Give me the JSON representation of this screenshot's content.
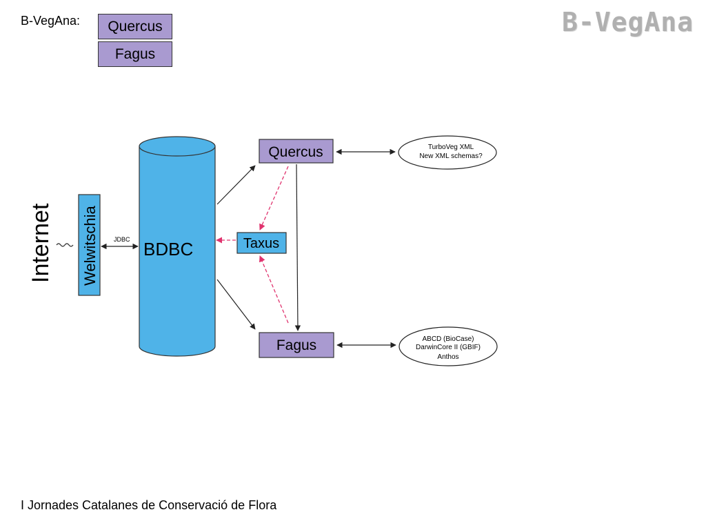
{
  "header": {
    "label": "B-VegAna:",
    "logo": "B-VegAna",
    "legend": [
      "Quercus",
      "Fagus"
    ]
  },
  "diagram": {
    "internet": "Internet",
    "welwitschia": "Welwitschia",
    "jdbc": "JDBC",
    "bdbc": "BDBC",
    "quercus": "Quercus",
    "fagus": "Fagus",
    "taxus": "Taxus",
    "ellipse_top": [
      "TurboVeg XML",
      "New XML schemas?"
    ],
    "ellipse_bottom": [
      "ABCD (BioCase)",
      "DarwinCore II (GBIF)",
      "Anthos"
    ]
  },
  "footer": "I Jornades Catalanes de Conservació de Flora",
  "colors": {
    "purple_box": "#a99ad0",
    "blue": "#4fb3e8",
    "magenta_arrow": "#e0336e"
  }
}
